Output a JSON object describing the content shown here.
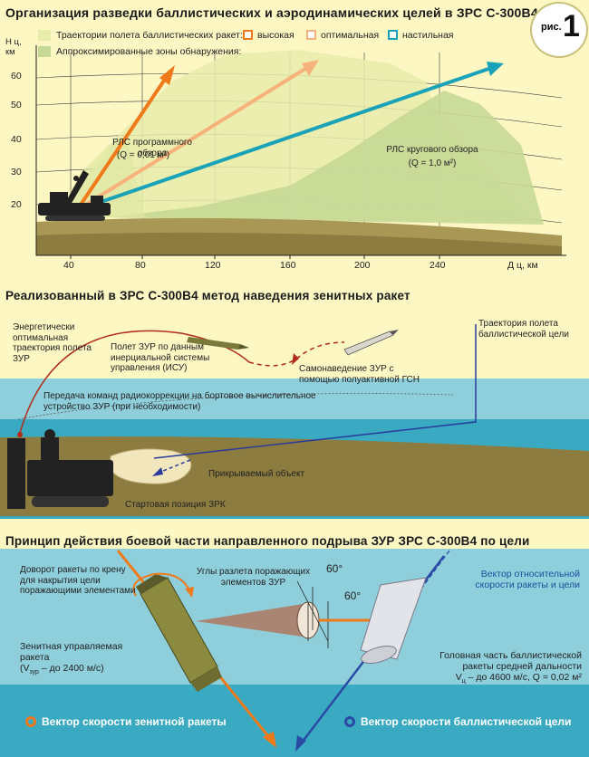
{
  "section1": {
    "title": "Организация разведки баллистических и аэродинамических целей в ЗРС С-300В4",
    "fig_label": "рис.",
    "fig_number": "1",
    "y_axis_label": "Н ц, км",
    "x_axis_label": "Д ц, км",
    "y_ticks": [
      "60",
      "50",
      "40",
      "30",
      "20"
    ],
    "x_ticks": [
      "40",
      "80",
      "120",
      "160",
      "200",
      "240"
    ],
    "legend": {
      "trajectories_label": "Траектории полета баллистических ракет:",
      "high": "высокая",
      "optimal": "оптимальная",
      "flat": "настильная",
      "zones_label": "Аппроксимированные зоны обнаружения:"
    },
    "radar_program": "РЛС программного обзора",
    "radar_program_q": "(Q = 0,01 м²)",
    "radar_circular": "РЛС кругового обзора",
    "radar_circular_q": "(Q = 1,0 м²)",
    "colors": {
      "high": "#ef7a1a",
      "optimal": "#f6b27a",
      "flat": "#1aa3b8",
      "zone_light": "#e8ecaa",
      "zone_dark": "#c6d896"
    }
  },
  "section2": {
    "title": "Реализованный в ЗРС С-300В4 метод наведения зенитных ракет",
    "energy_trajectory": "Энергетически оптимальная траектория полета ЗУР",
    "flight_isu": "Полет ЗУР по данным инерциальной системы управления (ИСУ)",
    "homing": "Самонаведение ЗУР с помощью полуактивной ГСН",
    "target_trajectory": "Траектория полета баллистической цели",
    "radio_correction": "Передача команд радиокоррекции на бортовое вычислительное устройство ЗУР (при необходимости)",
    "protected_object": "Прикрываемый объект",
    "launch_position": "Стартовая позиция ЗРК"
  },
  "section3": {
    "title": "Принцип действия боевой части направленного подрыва ЗУР ЗРС С-300В4 по цели",
    "rocket_turn": "Доворот ракеты по крену для накрытия цели поражающими элементами",
    "angles": "Углы разлета поражающих элементов ЗУР",
    "angle1": "60°",
    "angle2": "60°",
    "relative_velocity": "Вектор относительной скорости ракеты и цели",
    "sam_label_1": "Зенитная управляемая ракета",
    "sam_label_2": "(V",
    "sam_label_sub": "зур",
    "sam_label_3": " – до 2400 м/с)",
    "warhead_1": "Головная часть баллистической ракеты средней дальности",
    "warhead_2": "V",
    "warhead_sub": "ц",
    "warhead_3": " – до 4600 м/с, Q = 0,02 м²",
    "sam_velocity": "Вектор скорости зенитной ракеты",
    "target_velocity": "Вектор скорости баллистической цели"
  }
}
